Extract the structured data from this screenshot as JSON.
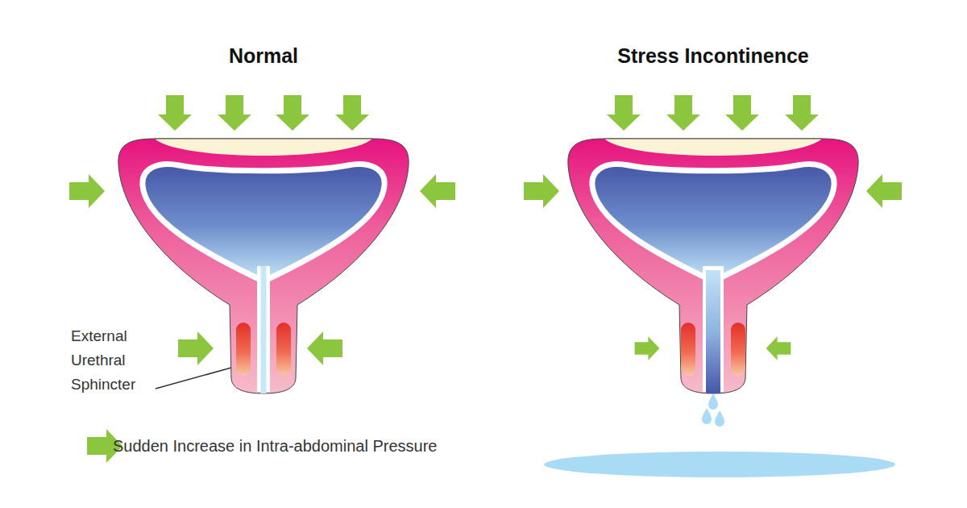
{
  "diagram": {
    "labels": [
      "Normal",
      "Stress Incontinence",
      "External Urethral Sphincter"
    ],
    "legend": [
      {
        "text": "Sudden Increase in Intra-abdominal Pressure"
      }
    ]
  }
}
